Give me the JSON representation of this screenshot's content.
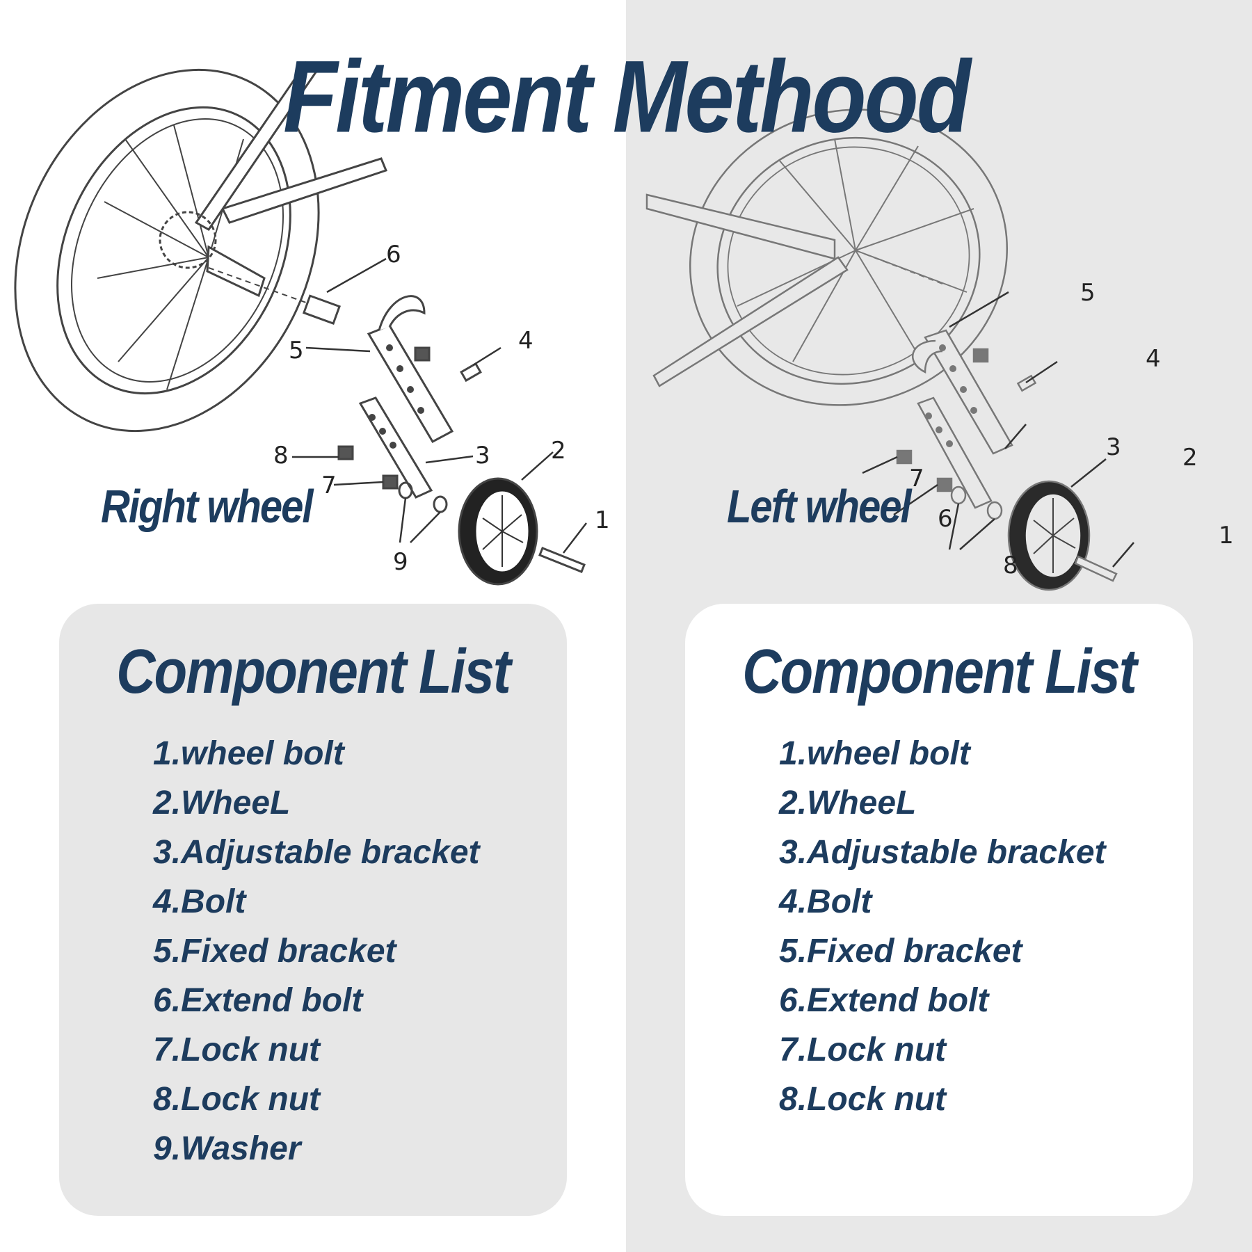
{
  "title": "Fitment Methood",
  "right_wheel": {
    "label": "Right wheel",
    "callouts": [
      "1",
      "2",
      "3",
      "4",
      "5",
      "6",
      "7",
      "8",
      "9"
    ]
  },
  "left_wheel": {
    "label": "Left wheel",
    "callouts": [
      "1",
      "2",
      "3",
      "4",
      "5",
      "6",
      "7",
      "8"
    ]
  },
  "component_lists": [
    {
      "title": "Component List",
      "items": [
        "1.wheel bolt",
        "2.WheeL",
        "3.Adjustable bracket",
        "4.Bolt",
        "5.Fixed bracket",
        "6.Extend bolt",
        "7.Lock nut",
        "8.Lock nut",
        "9.Washer"
      ]
    },
    {
      "title": "Component List",
      "items": [
        "1.wheel bolt",
        "2.WheeL",
        "3.Adjustable bracket",
        "4.Bolt",
        "5.Fixed bracket",
        "6.Extend bolt",
        "7.Lock nut",
        "8.Lock nut"
      ]
    }
  ],
  "colors": {
    "accent": "#1d3c5e",
    "panel_grey": "#e7e7e7",
    "bg_grey": "#e8e8e8"
  }
}
